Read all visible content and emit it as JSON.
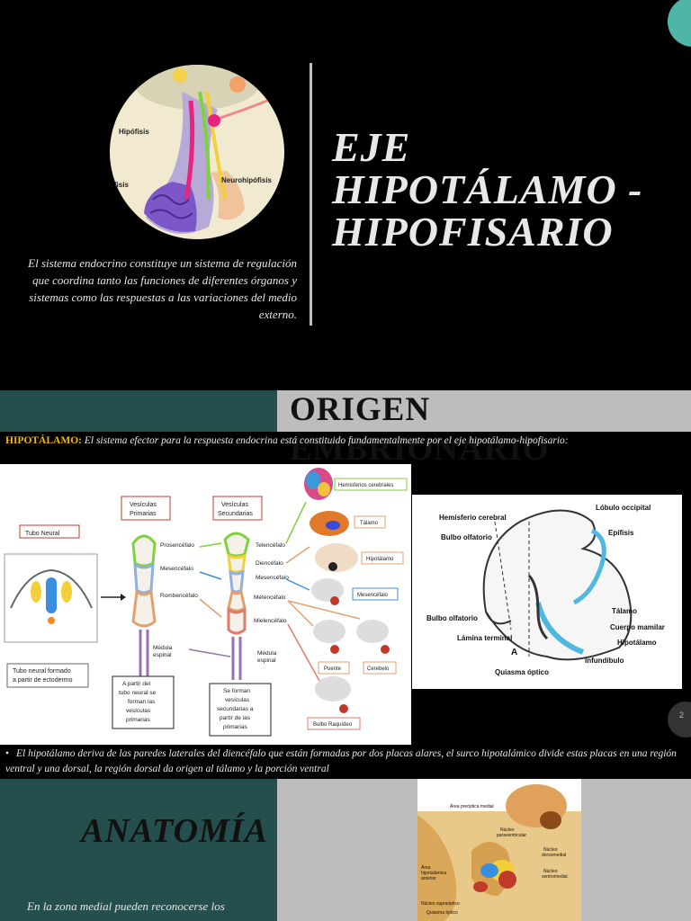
{
  "slide1": {
    "title_lines": [
      "EJE",
      "HIPOTÁLAMO -",
      "HIPOFISARIO"
    ],
    "description": "El sistema endocrino constituye un sistema de regulación que coordina tanto las funciones de diferentes órganos y sistemas como las respuestas a las variaciones del medio externo.",
    "figure_labels": {
      "hipofisis": "Hipófisis",
      "adeno": "ófisis",
      "neuro": "Neurohipófisis"
    }
  },
  "slide2": {
    "title": "ORIGEN EMBRIONARIO",
    "hipotalamo_keyword": "HIPOTÁLAMO:",
    "hipotalamo_text": " El sistema efector para la respuesta endocrina está constituido fundamentalmente por el eje hipotálamo-hipofisario:",
    "bullet_symbol": "•",
    "bullet_text": "El hipotálamo deriva de las paredes laterales del diencéfalo que están formadas por dos placas alares, el surco hipotalámico divide estas placas en una región ventral y una dorsal, la región dorsal da origen al tálamo y la porción ventral",
    "page_number": "2",
    "dev_diagram": {
      "tubo_neural": "Tubo Neural",
      "tubo_caption": [
        "Tubo neural formado",
        "a partir de ectodermo"
      ],
      "vesiculas_primarias": [
        "Vesículas",
        "Primarias"
      ],
      "vesiculas_secundarias": [
        "Vesículas",
        "Secundarias"
      ],
      "prosencefalo": "Prosencéfalo",
      "mesencefalo": "Mesencéfalo",
      "rombencefalo": "Rombencéfalo",
      "medula_left": [
        "Médula",
        "espinal"
      ],
      "telencefalo": "Telencéfalo",
      "diencefalo": "Diencéfalo",
      "mesencefalo2": "Mesencéfalo",
      "metencefalo": "Metencéfalo",
      "mielencefalo": "Mielencéfalo",
      "medula_right": [
        "Médula",
        "espinal"
      ],
      "box_primarias": [
        "A partir del",
        "tubo neural se",
        "forman las",
        "vesículas",
        "primarias"
      ],
      "box_secundarias": [
        "Se forman",
        "vesículas",
        "secundarias a",
        "partir de las",
        "primarias"
      ],
      "out_hemisferios": "Hemisferios cerebrales",
      "out_talamo": "Tálamo",
      "out_hipotalamo": "Hipotálamo",
      "out_mesencefalo": "Mesencéfalo",
      "out_puente": "Puente",
      "out_cerebelo": "Cerebelo",
      "out_bulbo": "Bulbo Raquídeo"
    },
    "brain_diagram": {
      "hemisferio": "Hemisferio cerebral",
      "lobulo": "Lóbulo occipital",
      "bulbo_olf1": "Bulbo olfatorio",
      "epifisis": "Epífisis",
      "talamo": "Tálamo",
      "bulbo_olf2": "Bulbo olfatorio",
      "cuerpo": "Cuerpo mamilar",
      "lamina": "Lámina terminal",
      "hipotalamo": "Hipotálamo",
      "letter_a": "A",
      "infundibulo": "Infundíbulo",
      "quiasma": "Quiasma óptico"
    }
  },
  "slide3": {
    "title": "ANATOMÍA",
    "text": "En la zona medial pueden reconocerse los",
    "diagram_labels": {
      "area_preoptica": "Área preóptica medial",
      "nucleo_paraventricular": [
        "Núcleo",
        "paraventricular"
      ],
      "area_hipotalamica": [
        "Área",
        "hipotalámica",
        "anterior"
      ],
      "nucleo_dorsomedial": [
        "Núcleo",
        "dorsomedial"
      ],
      "nucleo_ventromedial": [
        "Núcleo",
        "ventromedial"
      ],
      "nucleo_supraoptico": "Núcleo supraóptico",
      "quiasma": "Quiasma óptico"
    }
  },
  "colors": {
    "teal": "#244f4c",
    "accent_circle": "#4fb5a5",
    "grey": "#bdbdbd",
    "keyword": "#f3b800"
  }
}
